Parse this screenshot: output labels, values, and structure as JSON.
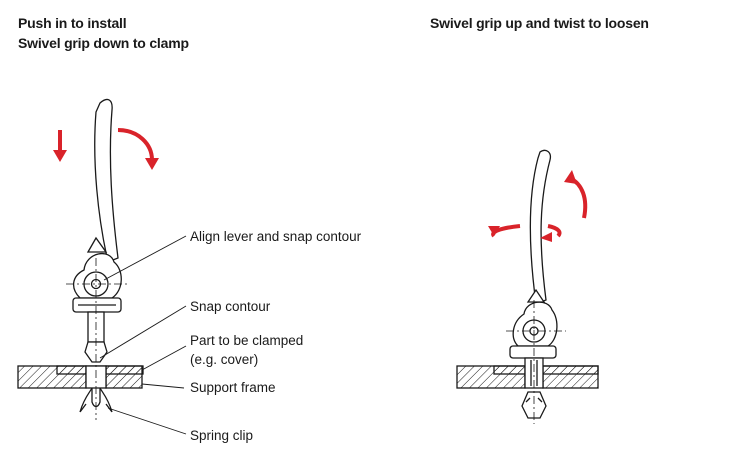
{
  "headings": {
    "left_line1": "Push in to install",
    "left_line2": "Swivel grip down to clamp",
    "right": "Swivel grip up and twist to loosen"
  },
  "callouts": {
    "align": "Align lever and snap contour",
    "snap": "Snap contour",
    "part_line1": "Part to be clamped",
    "part_line2": "(e.g. cover)",
    "support": "Support frame",
    "spring": "Spring clip"
  },
  "colors": {
    "arrow": "#d9232a",
    "line": "#1a1a1a"
  }
}
